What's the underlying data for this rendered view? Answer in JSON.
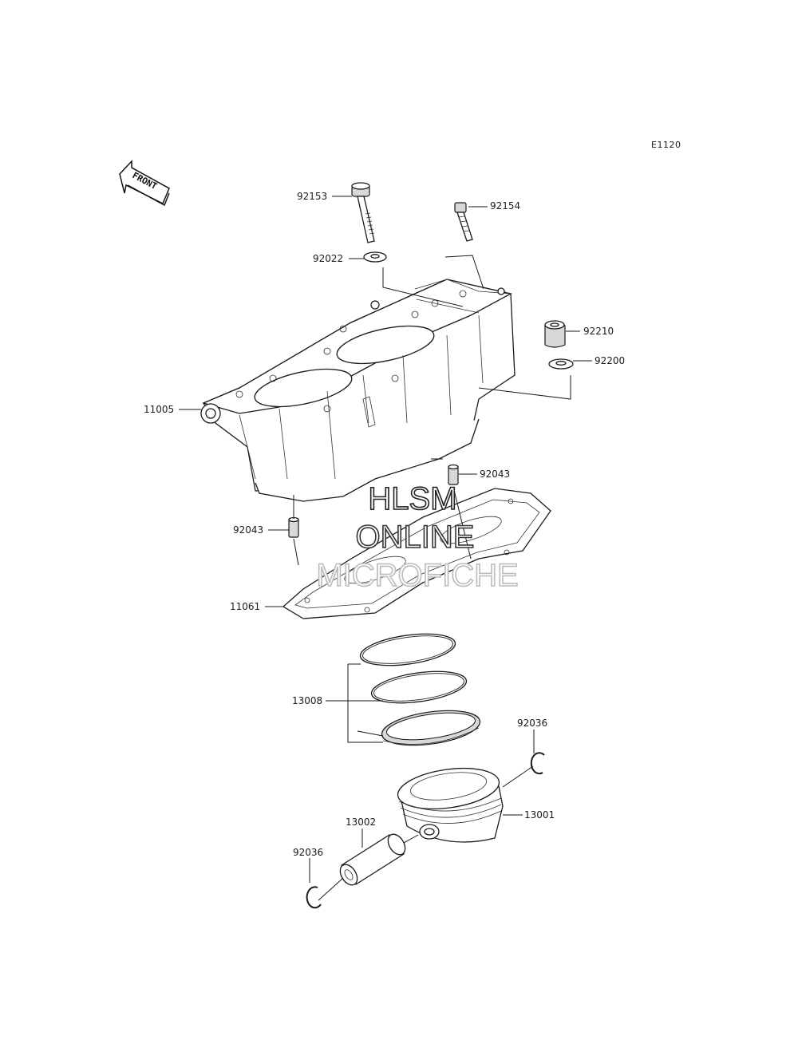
{
  "diagram": {
    "code": "E1120",
    "front_marker": "FRONT",
    "watermark": [
      "HLSM",
      "ONLINE",
      "MICROFICHE"
    ],
    "colors": {
      "line": "#1a1a1a",
      "watermark_1": "#222222",
      "watermark_2": "#333333",
      "watermark_3": "#bbbbbb"
    },
    "callouts": [
      {
        "id": "92153",
        "label": "92153"
      },
      {
        "id": "92154",
        "label": "92154"
      },
      {
        "id": "92022",
        "label": "92022"
      },
      {
        "id": "92210",
        "label": "92210"
      },
      {
        "id": "92200",
        "label": "92200"
      },
      {
        "id": "11005",
        "label": "11005"
      },
      {
        "id": "92043a",
        "label": "92043"
      },
      {
        "id": "92043b",
        "label": "92043"
      },
      {
        "id": "11061",
        "label": "11061"
      },
      {
        "id": "13008",
        "label": "13008"
      },
      {
        "id": "92036a",
        "label": "92036"
      },
      {
        "id": "13001",
        "label": "13001"
      },
      {
        "id": "13002",
        "label": "13002"
      },
      {
        "id": "92036b",
        "label": "92036"
      }
    ]
  }
}
